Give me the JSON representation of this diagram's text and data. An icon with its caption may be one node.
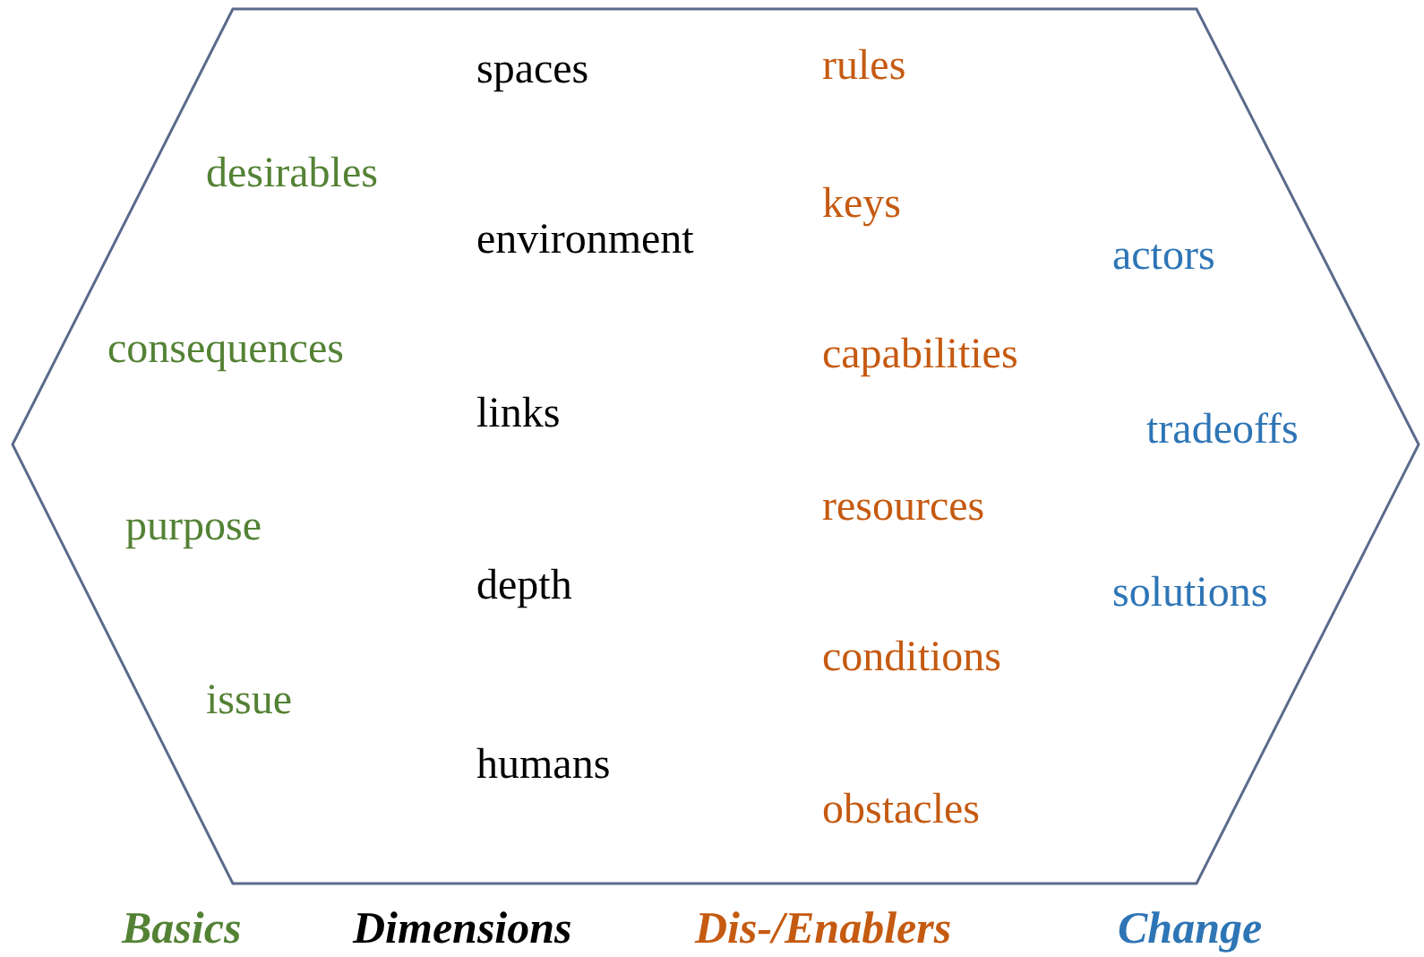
{
  "diagram": {
    "nodes": [
      {
        "text": [
          "desirables",
          "consequences",
          "purpose",
          "issue",
          "spaces",
          "environment",
          "links",
          "depth",
          "humans",
          "rules",
          "keys",
          "capabilities",
          "resources",
          "conditions",
          "obstacles",
          "actors",
          "tradeoffs",
          "solutions"
        ]
      }
    ],
    "labels": [
      "Basics",
      "Dimensions",
      "Dis-/Enablers",
      "Change"
    ]
  }
}
